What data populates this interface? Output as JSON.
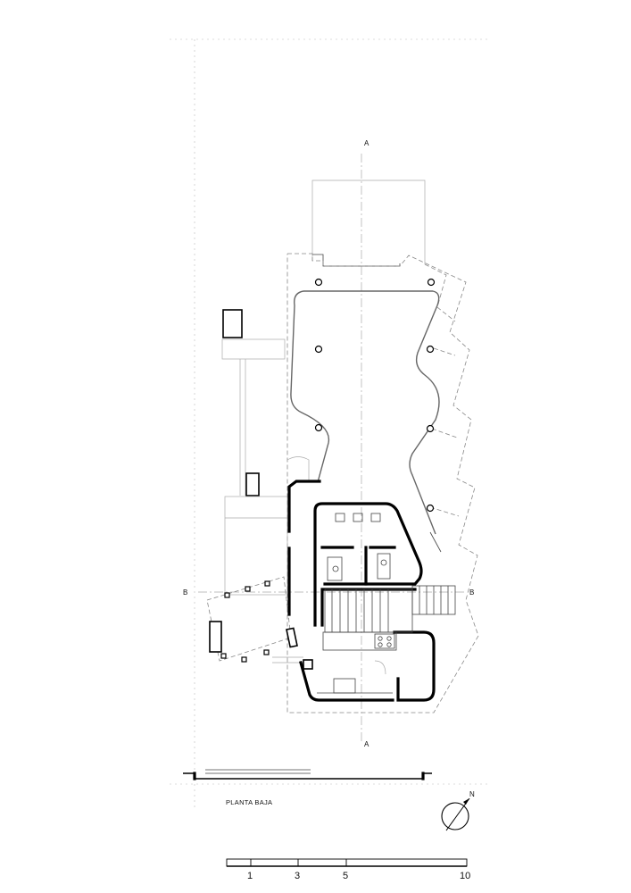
{
  "drawing": {
    "title": "PLANTA BAJA",
    "section_a_top": "A",
    "section_a_bottom": "A",
    "section_b_left": "B",
    "section_b_right": "B",
    "north_label": "N"
  },
  "scale_bar": {
    "labels": [
      "1",
      "3",
      "5",
      "10"
    ]
  }
}
